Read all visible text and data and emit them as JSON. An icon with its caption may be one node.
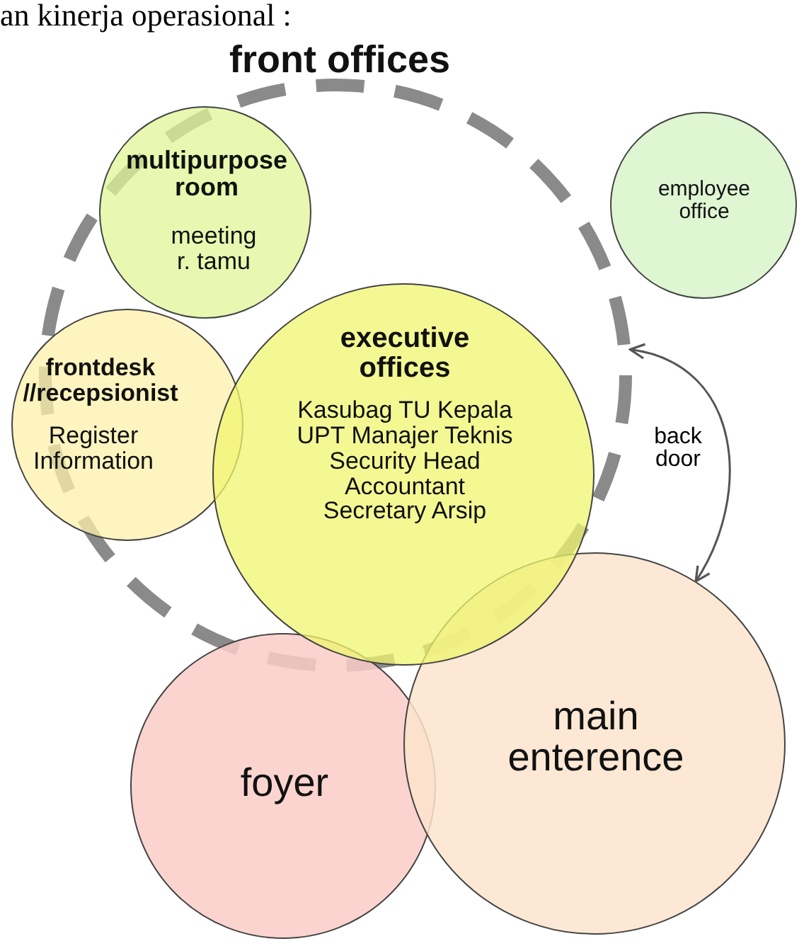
{
  "diagram": {
    "nodes": [
      {
        "text": [
          "front offices"
        ]
      },
      {
        "text": [
          "multipurpose room",
          "meeting r. tamu"
        ],
        "in": 0
      },
      {
        "text": [
          "frontdesk //recepsionist",
          "Register Information"
        ],
        "in": 0
      },
      {
        "text": [
          "executive offices",
          "Kasubag TU Kepala UPT Manajer Teknis Security Head Accountant Secretary Arsip"
        ],
        "in": 0
      },
      {
        "text": [
          "employee office"
        ]
      },
      {
        "text": [
          "foyer"
        ]
      },
      {
        "text": [
          "main enterence"
        ]
      }
    ],
    "edges": [
      {
        "from": 0,
        "to": 6,
        "arrow": "both",
        "label": "back door"
      }
    ],
    "labels": [
      "an kinerja operasional :"
    ]
  }
}
